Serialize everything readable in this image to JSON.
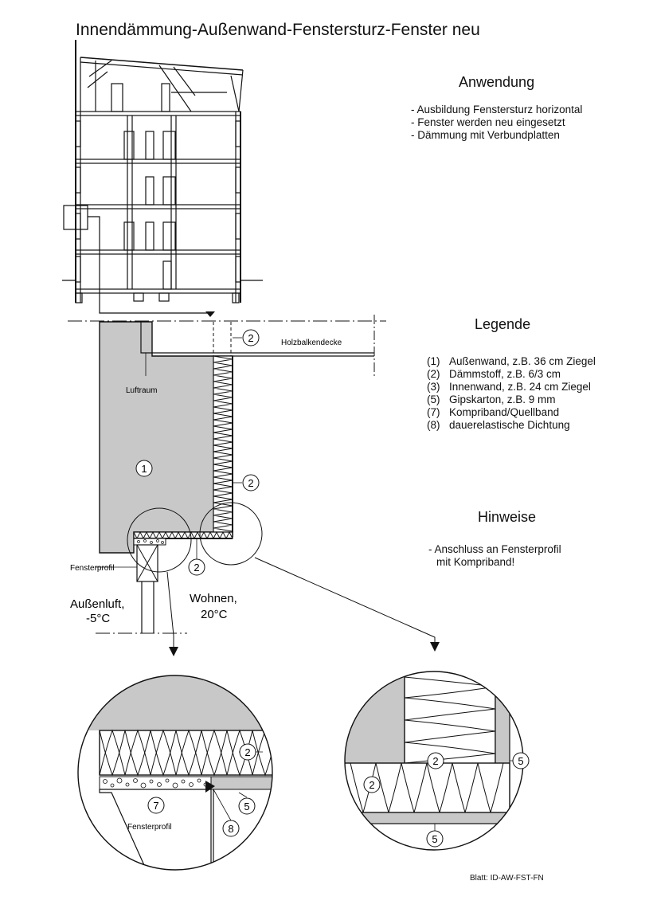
{
  "title": "Innendämmung-Außenwand-Fenstersturz-Fenster neu",
  "anwendung": {
    "heading": "Anwendung",
    "items": [
      "- Ausbildung Fenstersturz horizontal",
      "- Fenster werden neu eingesetzt",
      "- Dämmung mit Verbundplatten"
    ]
  },
  "legende": {
    "heading": "Legende",
    "items": [
      {
        "num": "(1)",
        "text": "Außenwand, z.B. 36 cm Ziegel"
      },
      {
        "num": "(2)",
        "text": "Dämmstoff, z.B. 6/3 cm"
      },
      {
        "num": "(3)",
        "text": "Innenwand, z.B. 24 cm Ziegel"
      },
      {
        "num": "(5)",
        "text": "Gipskarton, z.B. 9 mm"
      },
      {
        "num": "(7)",
        "text": "Kompriband/Quellband"
      },
      {
        "num": "(8)",
        "text": "dauerelastische Dichtung"
      }
    ]
  },
  "hinweise": {
    "heading": "Hinweise",
    "lines": [
      "- Anschluss an Fensterprofil",
      "mit Kompriband!"
    ]
  },
  "labels": {
    "holzbalkendecke": "Holzbalkendecke",
    "luftraum": "Luftraum",
    "fensterprofil": "Fensterprofil",
    "aussenluft": "Außenluft,",
    "aussenluft_temp": "-5°C",
    "wohnen": "Wohnen,",
    "wohnen_temp": "20°C",
    "fensterprofil_detail": "Fensterprofil"
  },
  "markers": {
    "m1": "1",
    "m2": "2",
    "m5": "5",
    "m7": "7",
    "m8": "8"
  },
  "blatt": "Blatt: ID-AW-FST-FN",
  "colors": {
    "wall_fill": "#c8c8c8",
    "line": "#111111"
  }
}
